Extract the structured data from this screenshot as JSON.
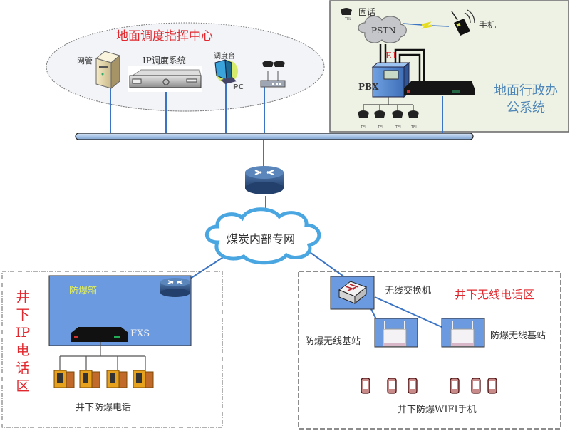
{
  "dispatch_center": {
    "title": "地面调度指挥中心",
    "nms_label": "网管",
    "ip_dispatch_label": "IP调度系统",
    "console_label": "调度台",
    "pc_label": "PC"
  },
  "office_system": {
    "title_line1": "地面行政办",
    "title_line2": "公系统",
    "landline_label": "固话",
    "pstn_label": "PSTN",
    "mobile_label": "手机",
    "e1_label": "E1",
    "pbx_label": "PBX",
    "tel_label": "TEL"
  },
  "core": {
    "network_label": "煤炭内部专网"
  },
  "ip_phone_zone": {
    "zone_title_chars": [
      "井",
      "下",
      "IP",
      "电",
      "话",
      "区"
    ],
    "box_label": "防爆箱",
    "fxs_label": "FXS",
    "phones_label": "井下防爆电话"
  },
  "wireless_zone": {
    "zone_title": "井下无线电话区",
    "switch_label": "无线交换机",
    "ap_left_label": "防爆无线基站",
    "ap_right_label": "防爆无线基站",
    "phones_label": "井下防爆WIFI手机"
  },
  "colors": {
    "link_blue": "#3b74c4",
    "zone_fill_blue": "#6b9ae0",
    "title_red": "#e0282e",
    "office_bg": "#eef2e4",
    "ellipse_bg": "#f2f4f7"
  }
}
